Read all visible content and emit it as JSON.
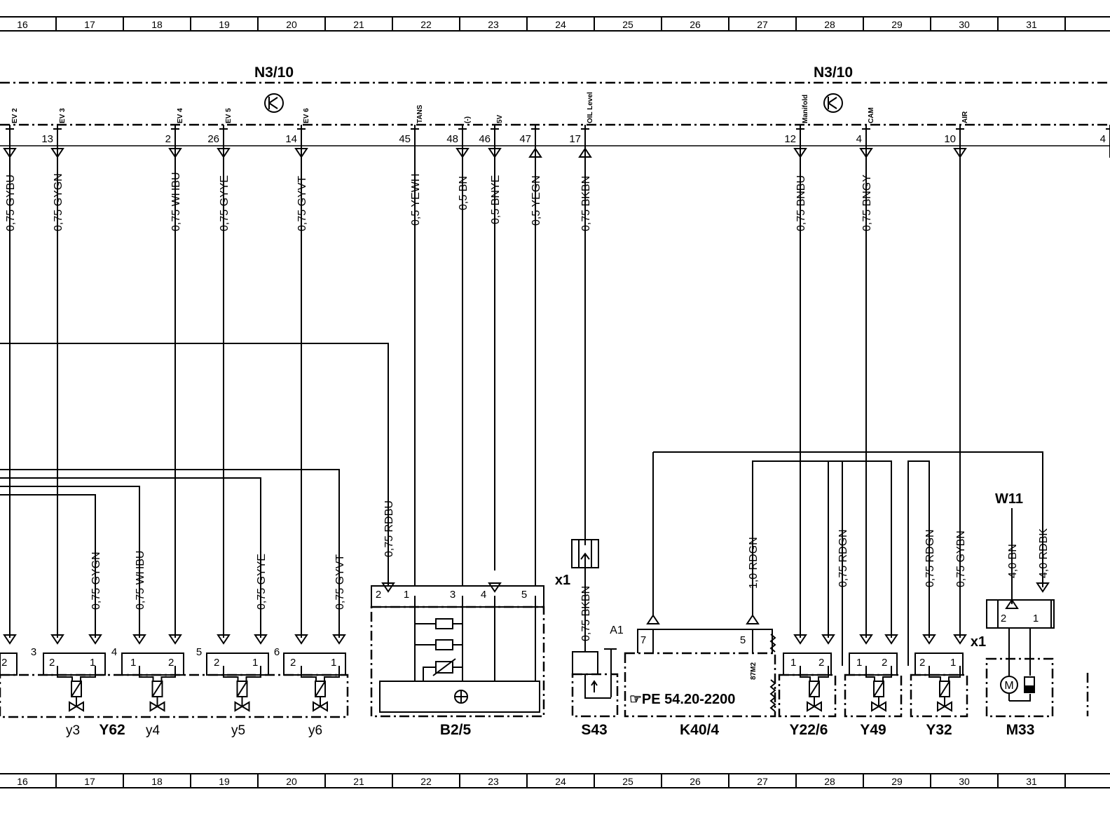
{
  "columns": [
    "16",
    "17",
    "18",
    "19",
    "20",
    "21",
    "22",
    "23",
    "24",
    "25",
    "26",
    "27",
    "28",
    "29",
    "30",
    "31"
  ],
  "control_unit": {
    "left": "N3/10",
    "right": "N3/10"
  },
  "connector_pins": [
    {
      "pin": "",
      "signal": "EV 2"
    },
    {
      "pin": "13",
      "signal": "EV 3"
    },
    {
      "pin": "2",
      "signal": "EV 4"
    },
    {
      "pin": "26",
      "signal": "EV 5"
    },
    {
      "pin": "14",
      "signal": "EV 6"
    },
    {
      "pin": "45",
      "signal": "TANS"
    },
    {
      "pin": "48",
      "signal": "(-)"
    },
    {
      "pin": "46",
      "signal": "5V"
    },
    {
      "pin": "47",
      "signal": ""
    },
    {
      "pin": "17",
      "signal": "OIL Level"
    },
    {
      "pin": "12",
      "signal": "Manifold"
    },
    {
      "pin": "4",
      "signal": "CAM"
    },
    {
      "pin": "10",
      "signal": "AIR"
    },
    {
      "pin": "4",
      "signal": ""
    }
  ],
  "upper_wires": [
    "0,75 GYBU",
    "0,75 GYGN",
    "0,75 WHBU",
    "0,75 GYYE",
    "0,75 GYVT",
    "0,5 YEWH",
    "0,5 BN",
    "0,5 BNYE",
    "0,5 YEGN",
    "0,75 BKBN",
    "0,75 BNBU",
    "0,75 BNGY"
  ],
  "lower_wires": [
    "0,75 GYGN",
    "0,75 WHBU",
    "0,75 GYYE",
    "0,75 GYVT",
    "0,75 RDBU",
    "0,75 BKBN",
    "1,0 RDGN",
    "0,75 RDGN",
    "0,75 RDGN",
    "0,75 GYBN",
    "4,0 BN",
    "4,0 RDBK"
  ],
  "components": [
    {
      "id": "Y62",
      "label": "Y62"
    },
    {
      "id": "B2/5",
      "label": "B2/5"
    },
    {
      "id": "S43",
      "label": "S43"
    },
    {
      "id": "K40/4",
      "label": "K40/4"
    },
    {
      "id": "Y22/6",
      "label": "Y22/6"
    },
    {
      "id": "Y49",
      "label": "Y49"
    },
    {
      "id": "Y32",
      "label": "Y32"
    },
    {
      "id": "M33",
      "label": "M33"
    }
  ],
  "sub_labels": [
    "y3",
    "y4",
    "y5",
    "y6"
  ],
  "y62_group_numbers": [
    "3",
    "4",
    "5",
    "6"
  ],
  "b25_pins": [
    "2",
    "1",
    "3",
    "4",
    "5"
  ],
  "valve_pins": {
    "one": "1",
    "two": "2"
  },
  "k40_pins": {
    "p7": "7",
    "p5": "5",
    "p87": "87M2"
  },
  "relay_ref": "☞PE  54.20-2200",
  "a1": "A1",
  "x1": "x1",
  "w11": "W11",
  "motor_symbol": "M"
}
